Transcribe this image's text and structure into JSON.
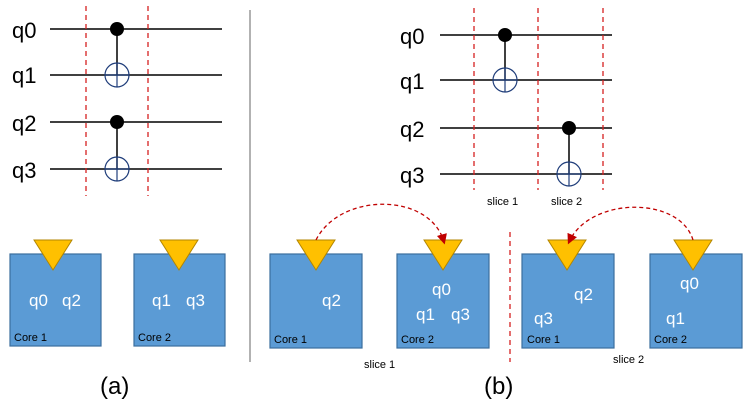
{
  "panel_a": {
    "caption": "(a)",
    "qubits": [
      "q0",
      "q1",
      "q2",
      "q3"
    ],
    "cores": [
      {
        "name": "Core 1",
        "q_left": "q0",
        "q_right": "q2"
      },
      {
        "name": "Core 2",
        "q_left": "q1",
        "q_right": "q3"
      }
    ]
  },
  "panel_b": {
    "caption": "(b)",
    "qubits": [
      "q0",
      "q1",
      "q2",
      "q3"
    ],
    "slice_labels": [
      "slice 1",
      "slice 2"
    ],
    "slice1": {
      "label": "slice 1",
      "core1": {
        "name": "Core 1",
        "q": "q2"
      },
      "core2": {
        "name": "Core 2",
        "q_top": "q0",
        "q_left": "q1",
        "q_right": "q3"
      }
    },
    "slice2": {
      "label": "slice 2",
      "core1": {
        "name": "Core 1",
        "q_left": "q3",
        "q_right": "q2"
      },
      "core2": {
        "name": "Core 2",
        "q_top": "q0",
        "q_left": "q1"
      }
    }
  },
  "colors": {
    "core_fill": "#5b9bd5",
    "port_fill": "#ffc000",
    "slice_line": "#d62020",
    "migration_arrow": "#c00000"
  }
}
